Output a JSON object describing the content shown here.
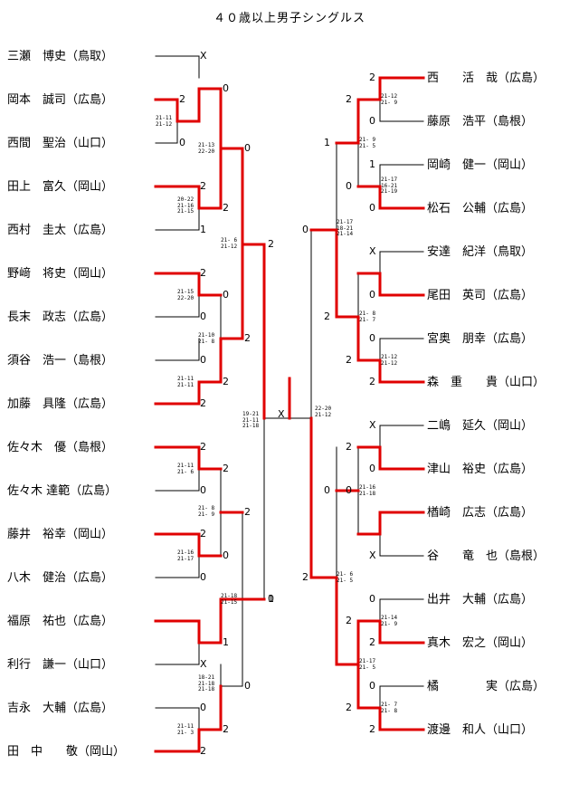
{
  "title": "４０歳以上男子シングルス",
  "colors": {
    "winner_line": "#e00000",
    "line": "#000000"
  },
  "left_players": [
    "三瀬　博史（鳥取）",
    "岡本　誠司（広島）",
    "西間　聖治（山口）",
    "田上　富久（岡山）",
    "西村　圭太（広島）",
    "野﨑　将史（岡山）",
    "長末　政志（広島）",
    "須谷　浩一（島根）",
    "加藤　具隆（広島）",
    "佐々木　優（島根）",
    "佐々木 達範（広島）",
    "藤井　裕幸（岡山）",
    "八木　健治（広島）",
    "福原　祐也（広島）",
    "利行　謙一（山口）",
    "吉永　大輔（広島）",
    "田　中　　敬（岡山）"
  ],
  "right_players": [
    "西　　活　哉（広島）",
    "藤原　浩平（島根）",
    "岡崎　健一（岡山）",
    "松石　公輔（広島）",
    "安達　紀洋（鳥取）",
    "尾田　英司（広島）",
    "宮奥　朋幸（広島）",
    "森　重　　貴（山口）",
    "二嶋　延久（岡山）",
    "津山　裕史（広島）",
    "楢崎　広志（広島）",
    "谷　　竜　也（島根）",
    "出井　大輔（広島）",
    "真木　宏之（岡山）",
    "橘　　　　実（広島）",
    "渡邊　和人（山口）"
  ],
  "scores": [
    {
      "id": "l-r1-a",
      "text": "X"
    },
    {
      "id": "l-r1-b",
      "text": "2"
    },
    {
      "id": "l-r1-c",
      "text": "0"
    },
    {
      "id": "l-r1-d",
      "text": "2"
    },
    {
      "id": "l-r1-e",
      "text": "1"
    },
    {
      "id": "l-r1-f",
      "text": "2"
    },
    {
      "id": "l-r1-g",
      "text": "0"
    },
    {
      "id": "l-r1-h",
      "text": "0"
    },
    {
      "id": "l-r1-i",
      "text": "2"
    },
    {
      "id": "l-r1-j",
      "text": "2"
    },
    {
      "id": "l-r1-k",
      "text": "0"
    },
    {
      "id": "l-r1-l",
      "text": "2"
    },
    {
      "id": "l-r1-m",
      "text": "0"
    },
    {
      "id": "l-r1-n",
      "text": "1"
    },
    {
      "id": "l-r1-o",
      "text": "X"
    },
    {
      "id": "l-r1-p",
      "text": "0"
    },
    {
      "id": "l-r1-q",
      "text": "2"
    },
    {
      "id": "l-r2-a",
      "text": "0"
    },
    {
      "id": "l-r2-b",
      "text": "2"
    },
    {
      "id": "l-r2-c",
      "text": "0"
    },
    {
      "id": "l-r2-d",
      "text": "2"
    },
    {
      "id": "l-r2-e",
      "text": "2"
    },
    {
      "id": "l-r2-f",
      "text": "0"
    },
    {
      "id": "l-r2-g",
      "text": "0"
    },
    {
      "id": "l-r2-h",
      "text": "2"
    },
    {
      "id": "l-r3-a",
      "text": "0"
    },
    {
      "id": "l-r3-b",
      "text": "2"
    },
    {
      "id": "l-r3-c",
      "text": "2"
    },
    {
      "id": "l-r3-d",
      "text": "0"
    },
    {
      "id": "l-r4-a",
      "text": "2"
    },
    {
      "id": "l-r4-b",
      "text": "1"
    },
    {
      "id": "final-mark",
      "text": "X"
    },
    {
      "id": "r-r1-a",
      "text": "2"
    },
    {
      "id": "r-r1-b",
      "text": "0"
    },
    {
      "id": "r-r1-c",
      "text": "1"
    },
    {
      "id": "r-r1-d",
      "text": "0"
    },
    {
      "id": "r-r1-e",
      "text": "X"
    },
    {
      "id": "r-r1-f",
      "text": "0"
    },
    {
      "id": "r-r1-g",
      "text": "0"
    },
    {
      "id": "r-r1-h",
      "text": "2"
    },
    {
      "id": "r-r1-i",
      "text": "X"
    },
    {
      "id": "r-r1-j",
      "text": "0"
    },
    {
      "id": "r-r1-k",
      "text": "X"
    },
    {
      "id": "r-r1-l",
      "text": "0"
    },
    {
      "id": "r-r1-m",
      "text": "2"
    },
    {
      "id": "r-r1-n",
      "text": "0"
    },
    {
      "id": "r-r1-o",
      "text": "2"
    },
    {
      "id": "r-r2-a",
      "text": "2"
    },
    {
      "id": "r-r2-b",
      "text": "0"
    },
    {
      "id": "r-r2-c",
      "text": "2"
    },
    {
      "id": "r-r2-d",
      "text": "2"
    },
    {
      "id": "r-r2-e",
      "text": "0"
    },
    {
      "id": "r-r2-f",
      "text": "2"
    },
    {
      "id": "r-r2-g",
      "text": "2"
    },
    {
      "id": "r-r3-a",
      "text": "1"
    },
    {
      "id": "r-r3-b",
      "text": "2"
    },
    {
      "id": "r-r3-c",
      "text": "0"
    },
    {
      "id": "r-r4-a",
      "text": "0"
    },
    {
      "id": "r-r4-b",
      "text": "2"
    }
  ],
  "game_scores": [
    {
      "id": "g1",
      "text": "21-11\n21-12"
    },
    {
      "id": "g2",
      "text": "21-13\n22-20"
    },
    {
      "id": "g3",
      "text": "20-22\n21-16\n21-15"
    },
    {
      "id": "g4",
      "text": "21- 6\n21-12"
    },
    {
      "id": "g5",
      "text": "21-15\n22-20"
    },
    {
      "id": "g6",
      "text": "21-10\n21- 8"
    },
    {
      "id": "g7",
      "text": "21-11\n21-11"
    },
    {
      "id": "g8",
      "text": "19-21\n21-11\n21-18"
    },
    {
      "id": "g9",
      "text": "21-11\n21- 6"
    },
    {
      "id": "g10",
      "text": "21- 8\n21- 9"
    },
    {
      "id": "g11",
      "text": "21-16\n21-17"
    },
    {
      "id": "g12",
      "text": "21-18\n21-15"
    },
    {
      "id": "g13",
      "text": "18-21\n21-18\n21-18"
    },
    {
      "id": "g14",
      "text": "21-11\n21- 3"
    },
    {
      "id": "g15",
      "text": "22-20\n21-12"
    },
    {
      "id": "g16",
      "text": "21-12\n21- 9"
    },
    {
      "id": "g17",
      "text": "21- 9\n21- 5"
    },
    {
      "id": "g18",
      "text": "21-17\n16-21\n21-19"
    },
    {
      "id": "g19",
      "text": "21-17\n18-21\n21-14"
    },
    {
      "id": "g20",
      "text": "21- 8\n21- 7"
    },
    {
      "id": "g21",
      "text": "21-12\n21-12"
    },
    {
      "id": "g22",
      "text": "21-16\n21-18"
    },
    {
      "id": "g23",
      "text": "21- 6\n21- 5"
    },
    {
      "id": "g24",
      "text": "21-14\n21- 9"
    },
    {
      "id": "g25",
      "text": "21-17\n21- 5"
    },
    {
      "id": "g26",
      "text": "21- 7\n21- 8"
    }
  ]
}
